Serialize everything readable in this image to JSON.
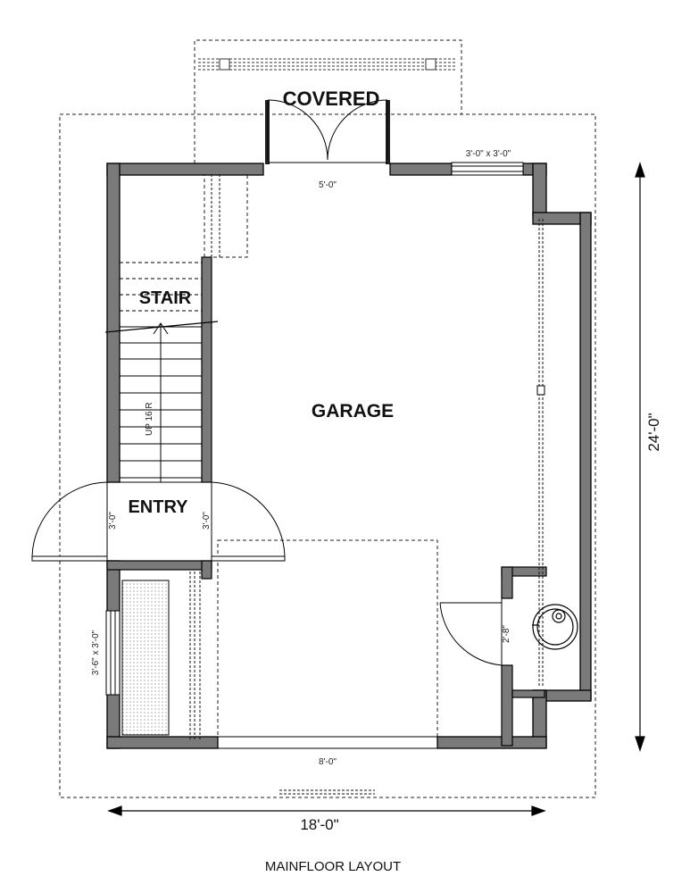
{
  "rooms": {
    "covered": "COVERED",
    "stair": "STAIR",
    "garage": "GARAGE",
    "entry": "ENTRY",
    "stair_note": "UP 16 R"
  },
  "dimensions": {
    "overall_width": "18'-0\"",
    "overall_depth": "24'-0\"",
    "top_door": "5'-0\"",
    "bottom_door": "8'-0\"",
    "window_top": "3'-0\" x 3'-0\"",
    "window_left": "3'-6\" x 3'-0\"",
    "entry_door_left": "3'-0\"",
    "entry_door_right": "3'-0\"",
    "bath_door": "2'-8\""
  },
  "caption": "MAINFLOOR LAYOUT"
}
